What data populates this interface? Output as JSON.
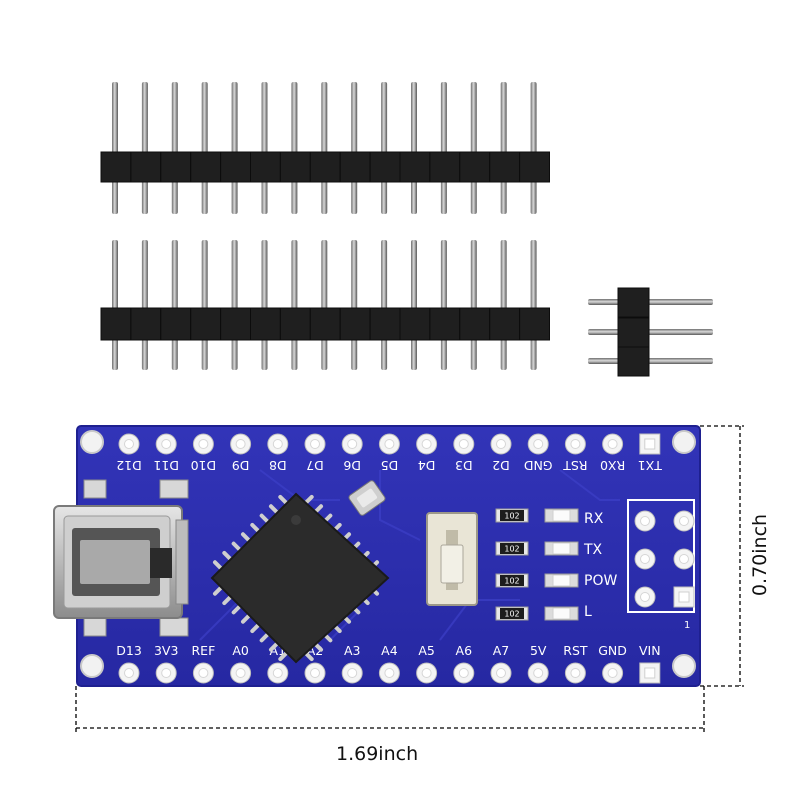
{
  "top_pin_labels": [
    "D12",
    "D11",
    "D10",
    "D9",
    "D8",
    "D7",
    "D6",
    "D5",
    "D4",
    "D3",
    "D2",
    "GND",
    "RST",
    "RX0",
    "TX1"
  ],
  "bottom_pin_labels": [
    "D13",
    "3V3",
    "REF",
    "A0",
    "A1",
    "A2",
    "A3",
    "A4",
    "A5",
    "A6",
    "A7",
    "5V",
    "RST",
    "GND",
    "VIN"
  ],
  "led_labels": [
    "RX",
    "TX",
    "POW",
    "L"
  ],
  "resistor_codes": [
    "102",
    "102",
    "102",
    "102"
  ],
  "icsp_marker": "1",
  "dimensions": {
    "width": "1.69inch",
    "height": "0.70inch"
  },
  "colors": {
    "pcb": "#2e2fae",
    "pcb_edge": "#1e2090",
    "header_plastic": "#1f1f1f",
    "pin_metal": "#9a9a9a",
    "silk": "#ffffff"
  }
}
